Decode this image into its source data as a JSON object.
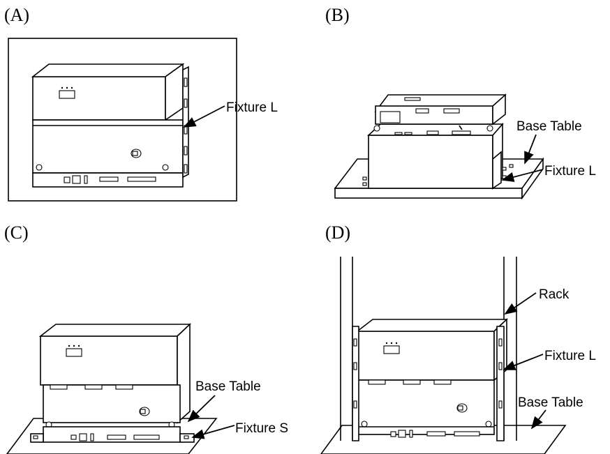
{
  "panels": [
    {
      "id": "A",
      "label": "(A)",
      "callouts": [
        "Fixture L"
      ]
    },
    {
      "id": "B",
      "label": "(B)",
      "callouts": [
        "Base Table",
        "Fixture L"
      ]
    },
    {
      "id": "C",
      "label": "(C)",
      "callouts": [
        "Base Table",
        "Fixture S"
      ]
    },
    {
      "id": "D",
      "label": "(D)",
      "callouts": [
        "Rack",
        "Fixture L",
        "Base Table"
      ]
    }
  ]
}
